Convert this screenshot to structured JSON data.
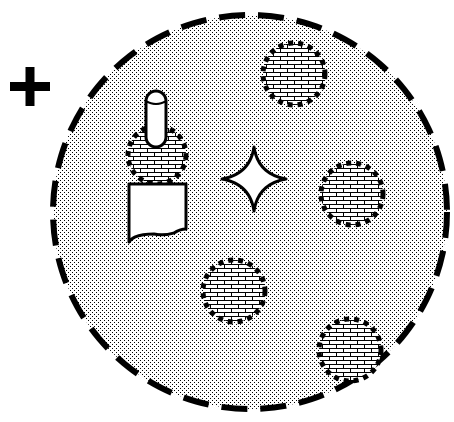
{
  "scene": {
    "colors": {
      "background": "#ffffff",
      "ink": "#000000",
      "fill_dots": "#000000",
      "fill_base": "#ffffff"
    },
    "elements": [
      "zoom-in-plus-icon",
      "play-area-dashed-circle",
      "brick-tile-top",
      "brick-tile-left-under-knob",
      "brick-tile-right",
      "brick-tile-bottom-left",
      "brick-tile-bottom-right",
      "sparkle-star-icon",
      "cursor-knob-icon",
      "card-flag-icon"
    ]
  }
}
